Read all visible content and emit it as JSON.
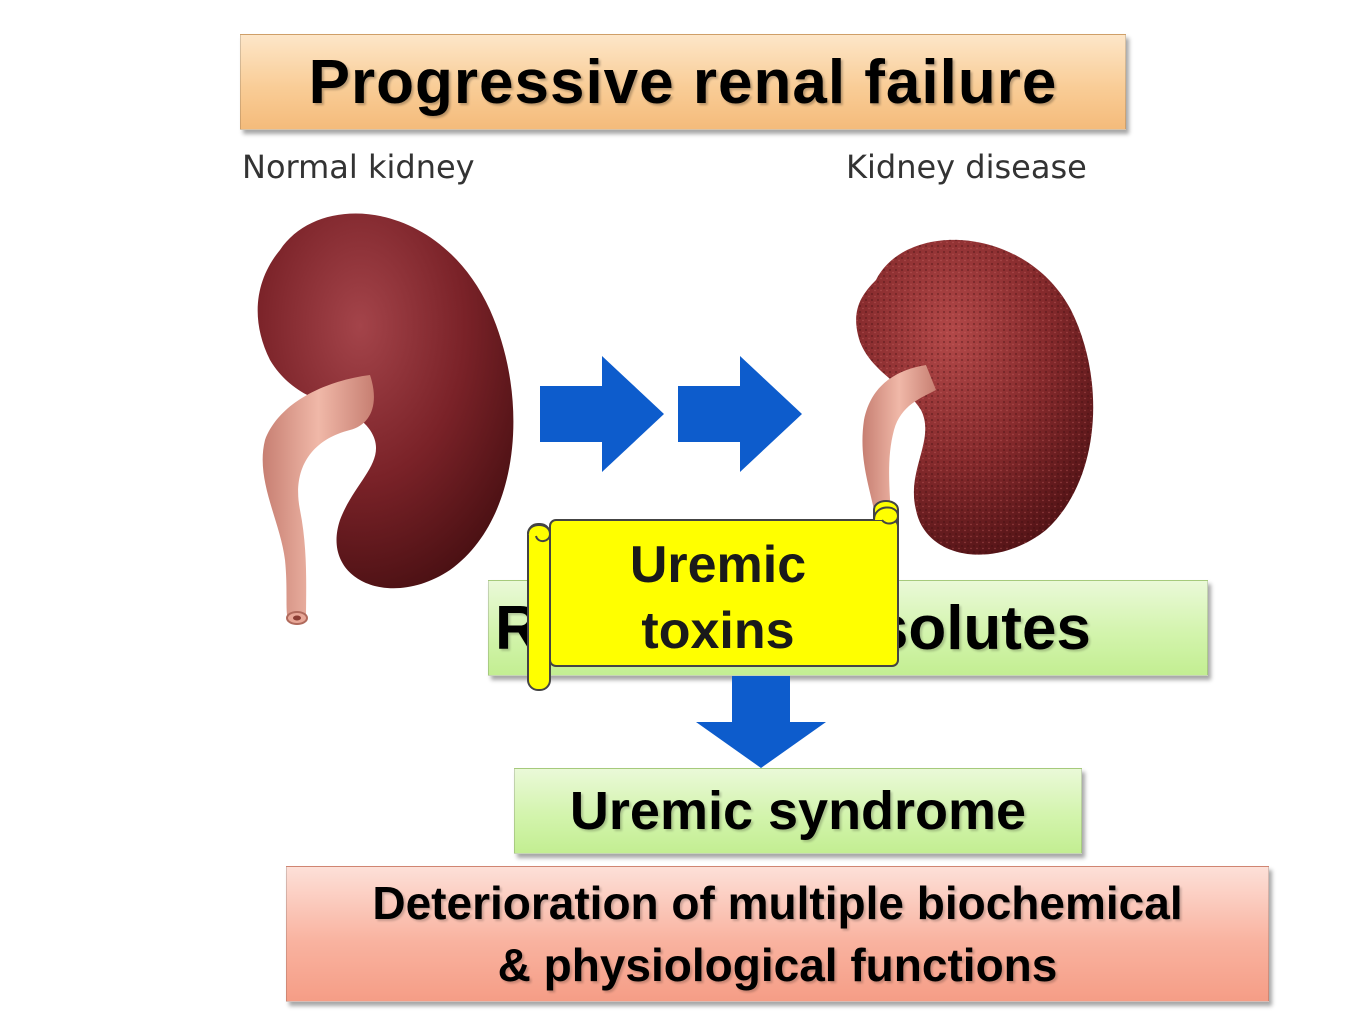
{
  "title": "Progressive renal failure",
  "kidneys": {
    "normal_label": "Normal kidney",
    "disease_label": "Kidney disease"
  },
  "retention": {
    "text": "Retention of solutes"
  },
  "scroll": {
    "line1": "Uremic",
    "line2": "toxins"
  },
  "syndrome": {
    "text": "Uremic syndrome"
  },
  "outcome": {
    "line1": "Deterioration of multiple biochemical",
    "line2": "& physiological functions"
  },
  "colors": {
    "arrow": "#0d5ccc",
    "scroll": "#ffff00",
    "title_fill": "#f9cd97",
    "green_fill": "#d3f4ad",
    "red_fill": "#f9b3a0"
  }
}
